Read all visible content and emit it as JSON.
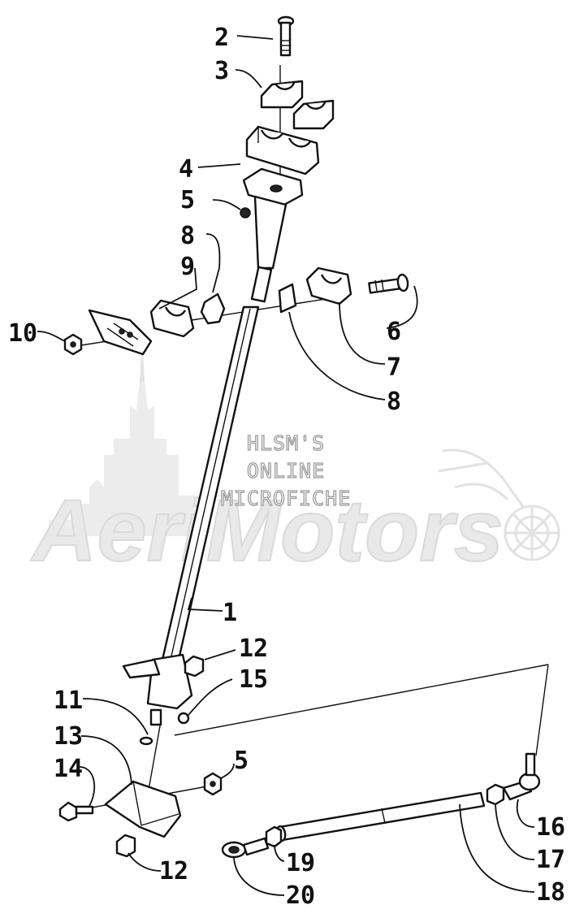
{
  "watermark": {
    "line1": "HLSM'S",
    "line2": "ONLINE",
    "line3": "MICROFICHE",
    "brand": "AeriMotors"
  },
  "callouts": [
    {
      "id": "c2",
      "text": "2"
    },
    {
      "id": "c3",
      "text": "3"
    },
    {
      "id": "c4",
      "text": "4"
    },
    {
      "id": "c5a",
      "text": "5"
    },
    {
      "id": "c8a",
      "text": "8"
    },
    {
      "id": "c9",
      "text": "9"
    },
    {
      "id": "c10",
      "text": "10"
    },
    {
      "id": "c6",
      "text": "6"
    },
    {
      "id": "c7",
      "text": "7"
    },
    {
      "id": "c8b",
      "text": "8"
    },
    {
      "id": "c1",
      "text": "1"
    },
    {
      "id": "c12a",
      "text": "12"
    },
    {
      "id": "c15",
      "text": "15"
    },
    {
      "id": "c11",
      "text": "11"
    },
    {
      "id": "c13",
      "text": "13"
    },
    {
      "id": "c14",
      "text": "14"
    },
    {
      "id": "c5b",
      "text": "5"
    },
    {
      "id": "c16",
      "text": "16"
    },
    {
      "id": "c17",
      "text": "17"
    },
    {
      "id": "c12b",
      "text": "12"
    },
    {
      "id": "c19",
      "text": "19"
    },
    {
      "id": "c20",
      "text": "20"
    },
    {
      "id": "c18",
      "text": "18"
    }
  ]
}
